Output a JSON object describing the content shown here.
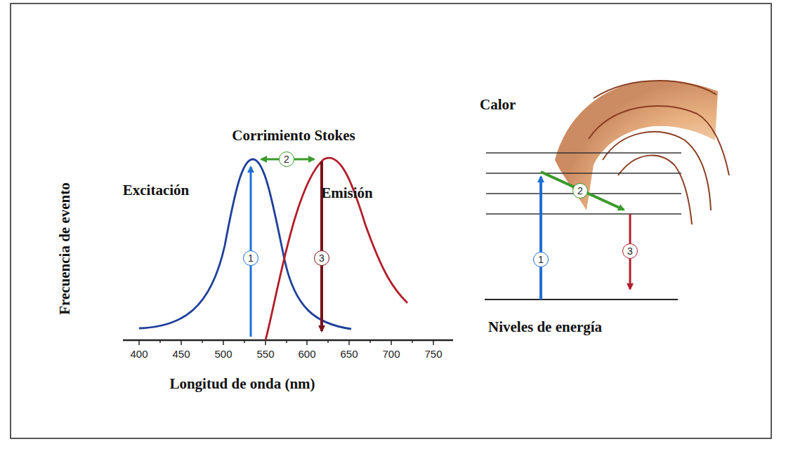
{
  "diagram": {
    "labels": [
      "Calor",
      "Corrimiento Stokes",
      "2",
      "Excitación",
      "Emisión",
      "2",
      "Frecuencia de evento",
      "1",
      "3",
      "1",
      "3",
      "400",
      "450",
      "500",
      "550",
      "600",
      "650",
      "700",
      "750",
      "Niveles de energía",
      "Longitud de onda (nm)"
    ]
  }
}
